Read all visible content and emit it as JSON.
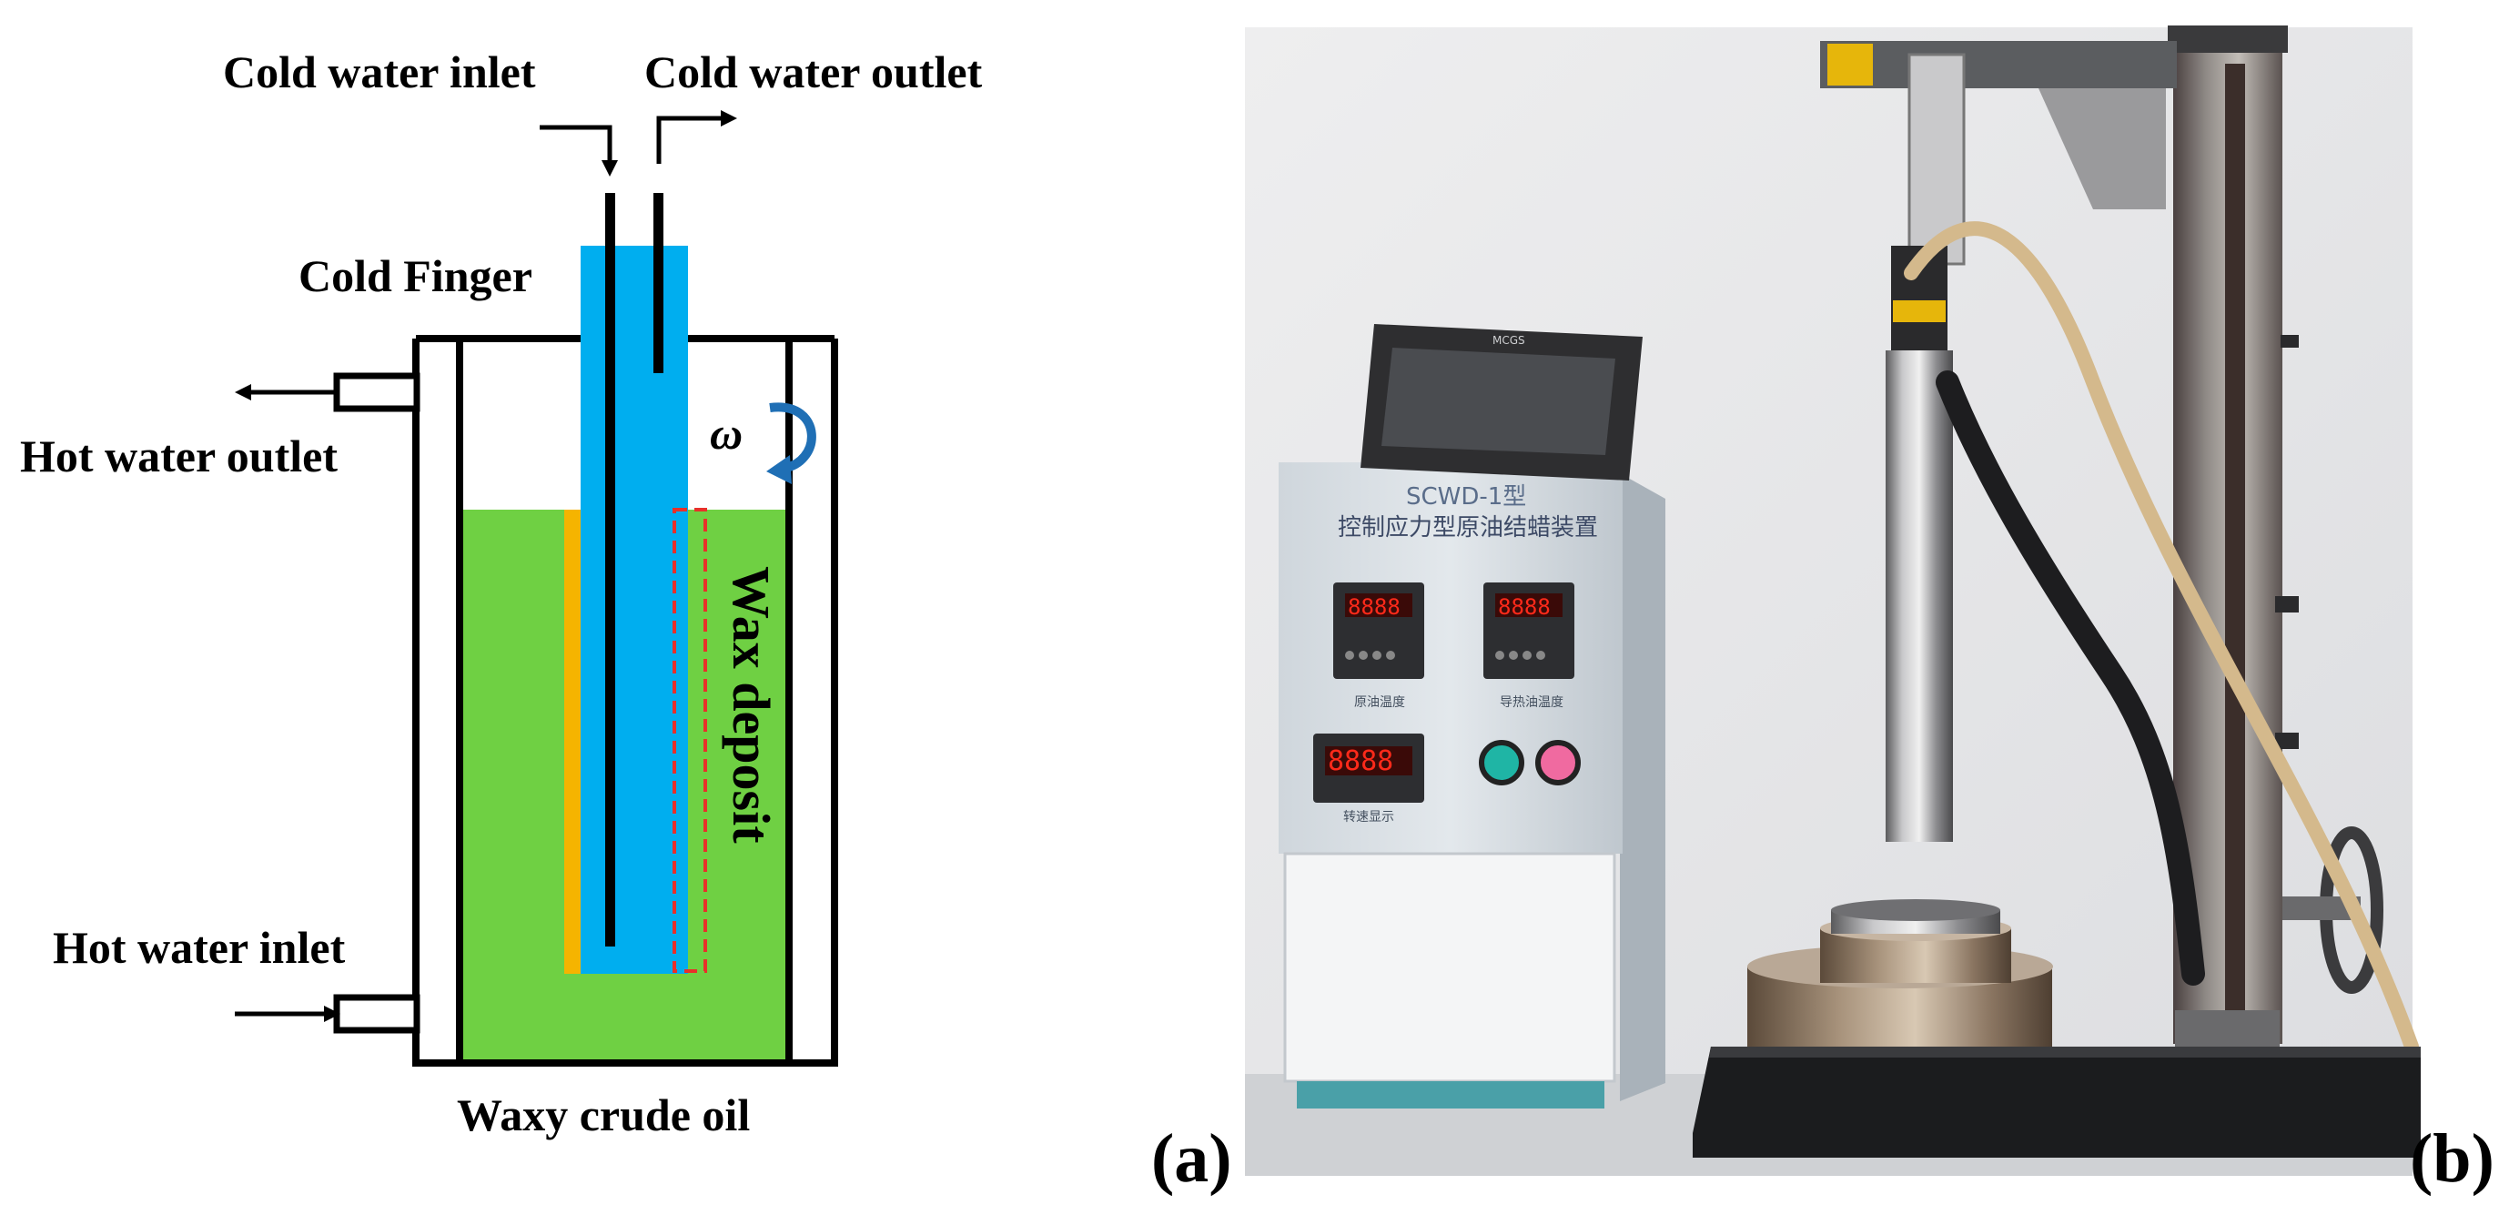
{
  "schematic": {
    "labels": {
      "cold_water_inlet": "Cold water inlet",
      "cold_water_outlet": "Cold water outlet",
      "cold_finger": "Cold Finger",
      "hot_water_outlet": "Hot water outlet",
      "hot_water_inlet": "Hot water inlet",
      "wax_deposit": "Wax deposit",
      "waxy_crude_oil": "Waxy crude oil",
      "omega": "ω"
    },
    "colors": {
      "cold_finger": "#00aeef",
      "oil": "#6fd043",
      "wax_layer": "#f5b400",
      "deposit_box": "#e8302a",
      "rotation_arrow": "#1f6fb5",
      "outline": "#000000"
    }
  },
  "photo": {
    "controller": {
      "hmi_brand": "MCGS",
      "model": "SCWD-1型",
      "title_cn": "控制应力型原油结蜡装置",
      "display_1": "8888",
      "display_2": "8888",
      "display_3": "8888",
      "caption_1": "原油温度",
      "caption_2": "导热油温度",
      "caption_3": "转速显示"
    },
    "colors": {
      "button_left": "#1fb5a5",
      "button_right": "#f06aa0",
      "led": "#ff2a1a"
    }
  },
  "panel_labels": {
    "a": "(a)",
    "b": "(b)"
  }
}
